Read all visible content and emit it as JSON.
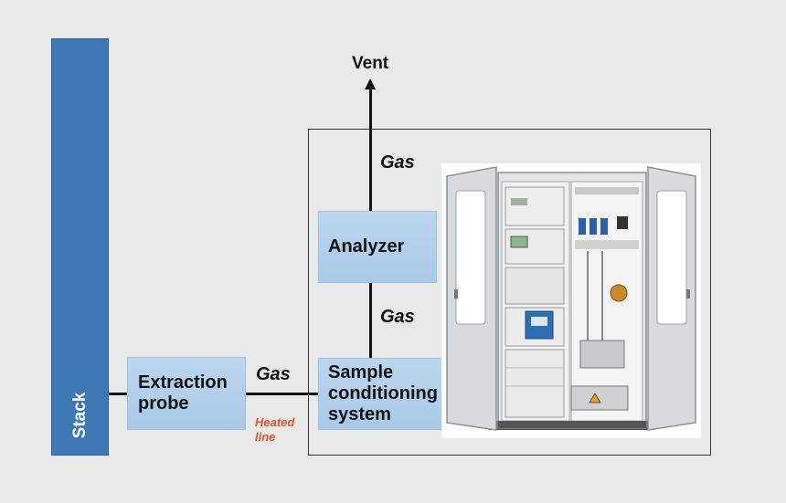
{
  "stack": {
    "label": "Stack",
    "color": "#3f78b7"
  },
  "boxes": {
    "extraction_probe": "Extraction\nprobe",
    "analyzer": "Analyzer",
    "sample_conditioning": "Sample\nconditioning\nsystem"
  },
  "flow_labels": {
    "gas_probe": "Gas",
    "gas_lower": "Gas",
    "gas_upper": "Gas",
    "heated_line": "Heated\nline",
    "vent": "Vent"
  },
  "colors": {
    "box_fill": "#b3cfec",
    "heated_line": "#e2522a",
    "background": "#e9e9e9"
  },
  "photo": {
    "subject": "analyzer cabinet with open doors"
  }
}
